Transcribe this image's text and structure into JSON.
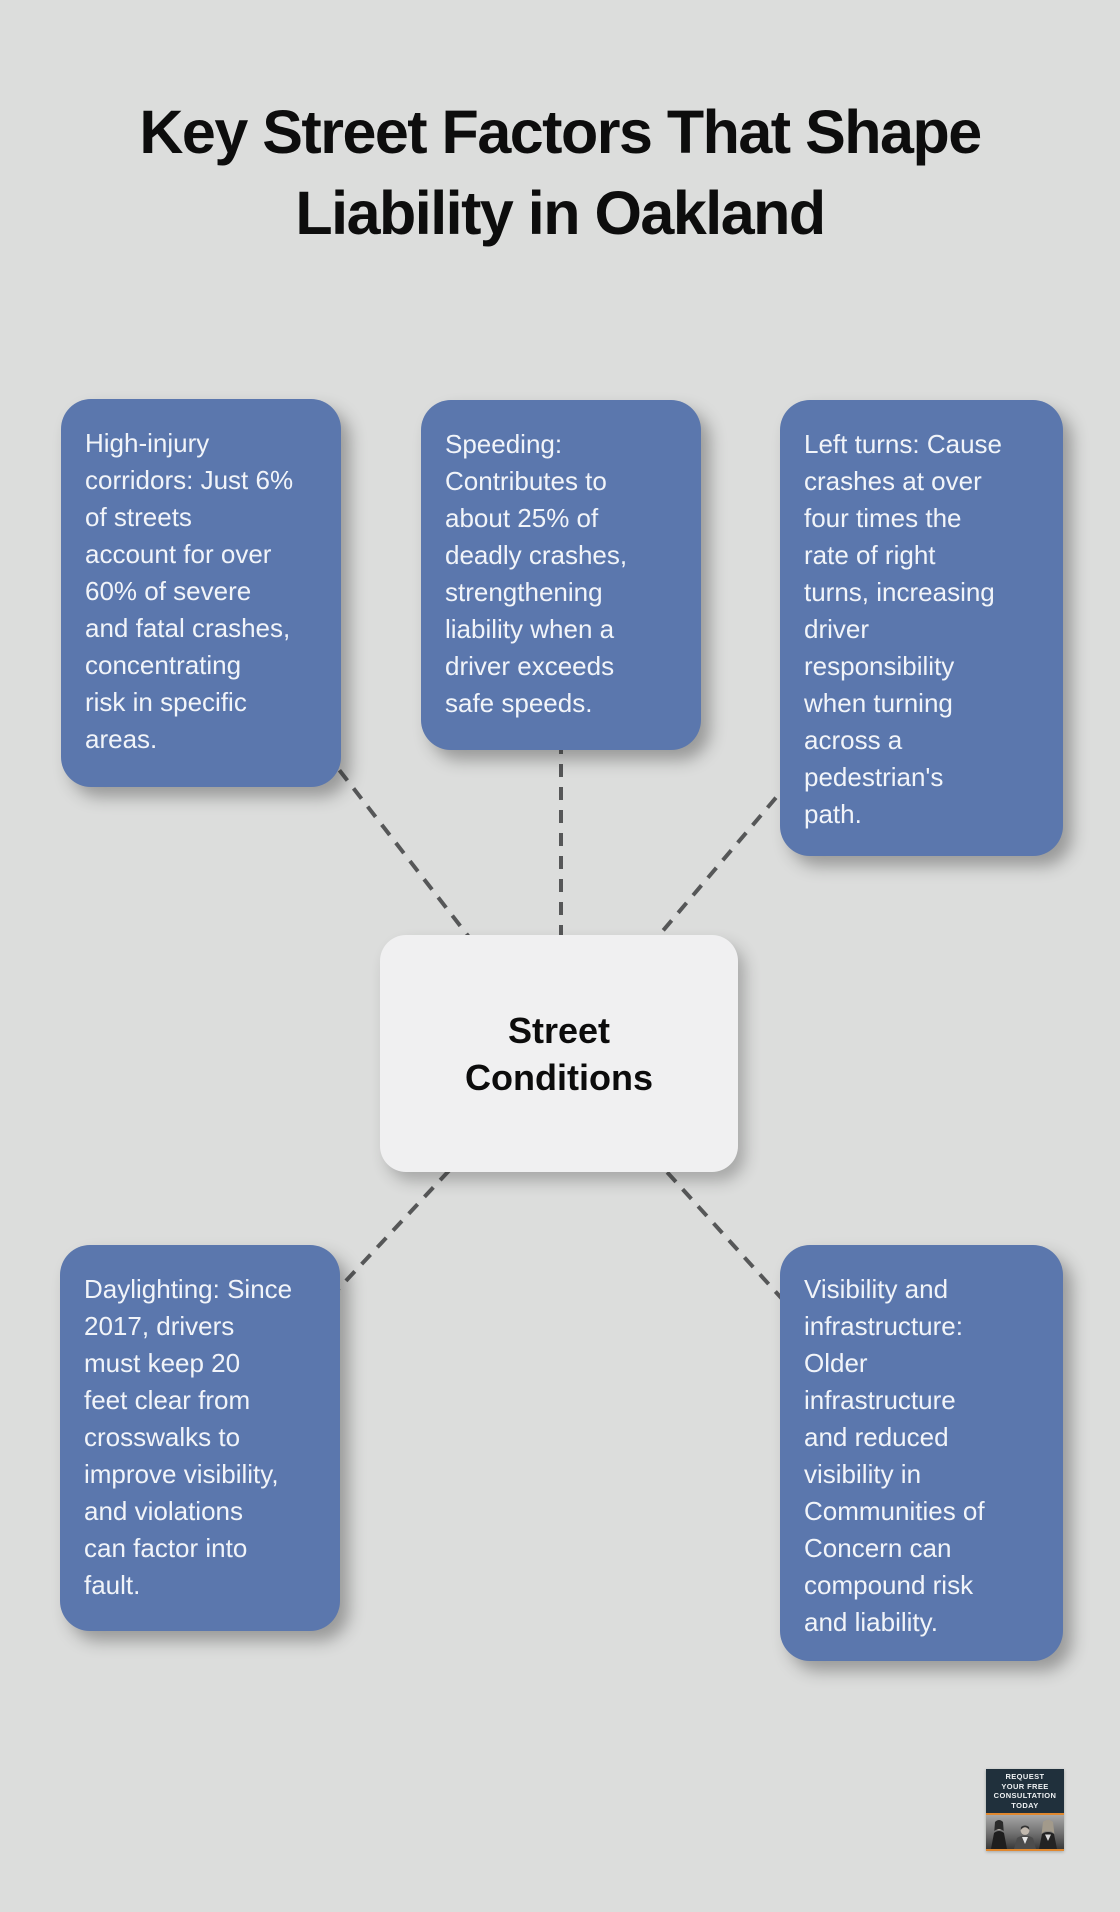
{
  "title": {
    "line1": "Key Street Factors That Shape",
    "line2": "Liability in Oakland"
  },
  "center_node": {
    "label": "Street\nConditions"
  },
  "factor_nodes": [
    {
      "name": "high-injury-corridors",
      "text": "High-injury\ncorridors: Just 6%\nof streets\naccount for over\n60% of severe\nand fatal crashes,\nconcentrating\nrisk in specific\nareas."
    },
    {
      "name": "speeding",
      "text": "Speeding:\nContributes to\nabout 25% of\ndeadly crashes,\nstrengthening\nliability when a\ndriver exceeds\nsafe speeds."
    },
    {
      "name": "left-turns",
      "text": "Left turns: Cause\ncrashes at over\nfour times the\nrate of right\nturns, increasing\ndriver\nresponsibility\nwhen turning\nacross a\npedestrian's\npath."
    },
    {
      "name": "daylighting",
      "text": "Daylighting: Since\n2017, drivers\nmust keep 20\nfeet clear from\ncrosswalks to\nimprove visibility,\nand violations\ncan factor into\nfault."
    },
    {
      "name": "visibility-infrastructure",
      "text": "Visibility and\ninfrastructure:\nOlder\ninfrastructure\nand reduced\nvisibility in\nCommunities of\nConcern can\ncompound risk\nand liability."
    }
  ],
  "badge": {
    "lines": [
      "REQUEST",
      "YOUR FREE",
      "CONSULTATION",
      "TODAY"
    ]
  },
  "colors": {
    "background": "#dcdddc",
    "factor_node_fill": "#5b77ad",
    "factor_node_text": "#f1f4f9",
    "center_node_fill": "#f0f0f1",
    "center_node_text": "#0c0c0c",
    "connector_dash": "#565758",
    "badge_navy": "#20303c",
    "badge_orange": "#e0882f"
  }
}
